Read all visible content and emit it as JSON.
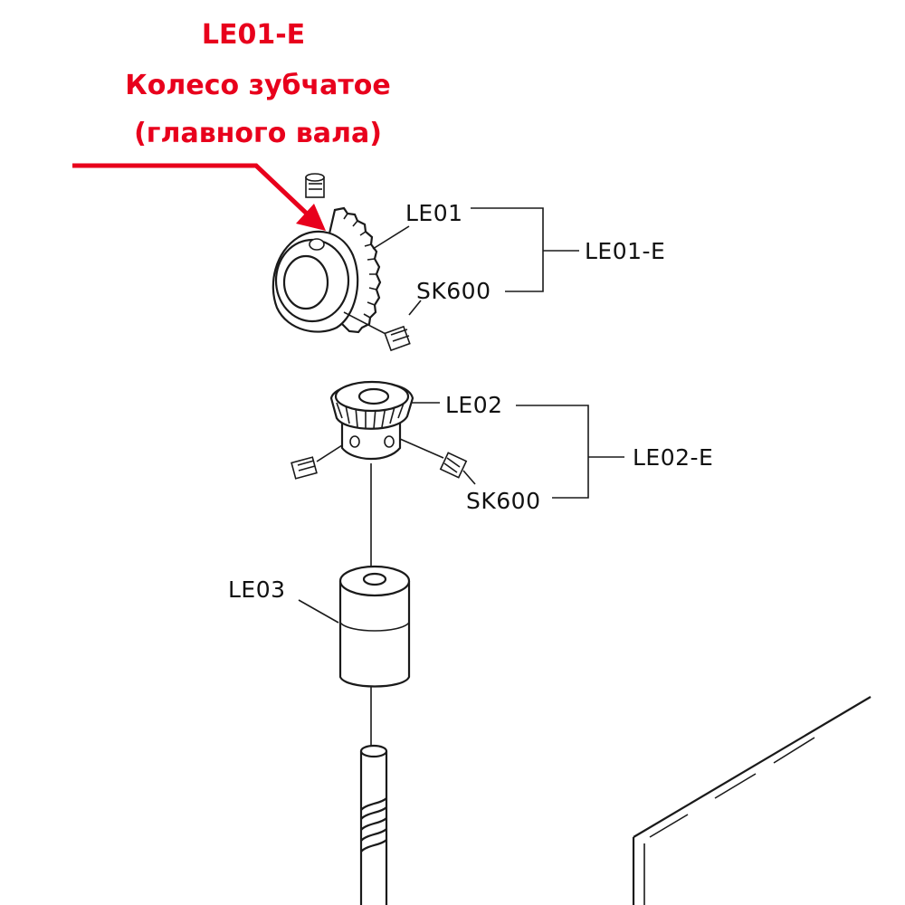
{
  "callout": {
    "code": "LE01-E",
    "line1": "Колесо зубчатое",
    "line2": "(главного вала)",
    "color": "#e8001c"
  },
  "labels": {
    "le01": "LE01",
    "le01_e": "LE01-E",
    "sk600_top": "SK600",
    "le02": "LE02",
    "le02_e": "LE02-E",
    "sk600_mid": "SK600",
    "le03": "LE03"
  }
}
